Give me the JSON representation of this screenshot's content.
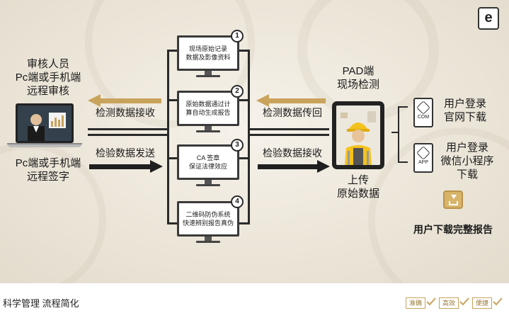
{
  "left": {
    "reviewer": [
      "审核人员",
      "Pc端或手机端",
      "远程审核"
    ],
    "signer": [
      "Pc端或手机端",
      "远程签字"
    ]
  },
  "arrows": {
    "left_top": "检测数据接收",
    "left_bottom": "检验数据发送",
    "right_top": "检测数据传回",
    "right_bottom": "检验数据接收"
  },
  "steps": [
    {
      "num": "1",
      "text": [
        "现场原始记录",
        "数据及影像资料"
      ]
    },
    {
      "num": "2",
      "text": [
        "原始数据通过计",
        "算自动生成报告"
      ]
    },
    {
      "num": "3",
      "text": [
        "CA 签章",
        "保证法律效应"
      ]
    },
    {
      "num": "4",
      "text": [
        "二维码防伪系统",
        "快速辨别报告真伪"
      ]
    }
  ],
  "pad": {
    "title": [
      "PAD端",
      "现场检测"
    ],
    "upload": [
      "上传",
      "原始数据"
    ]
  },
  "user": {
    "web": {
      "device": "COM",
      "text": [
        "用户登录",
        "官网下载"
      ]
    },
    "app": {
      "device": "APP",
      "text": [
        "用户登录",
        "微信小程序",
        "下载"
      ]
    },
    "download": "用户下载完整报告"
  },
  "footer": {
    "title": "科学管理  流程简化",
    "tags": [
      "准确",
      "高效",
      "便捷"
    ]
  },
  "colors": {
    "gold": "#c9a35c",
    "dark": "#1f1f1f"
  },
  "icons": {
    "logo": "e-logo-icon",
    "check": "check-icon",
    "download": "download-icon"
  }
}
